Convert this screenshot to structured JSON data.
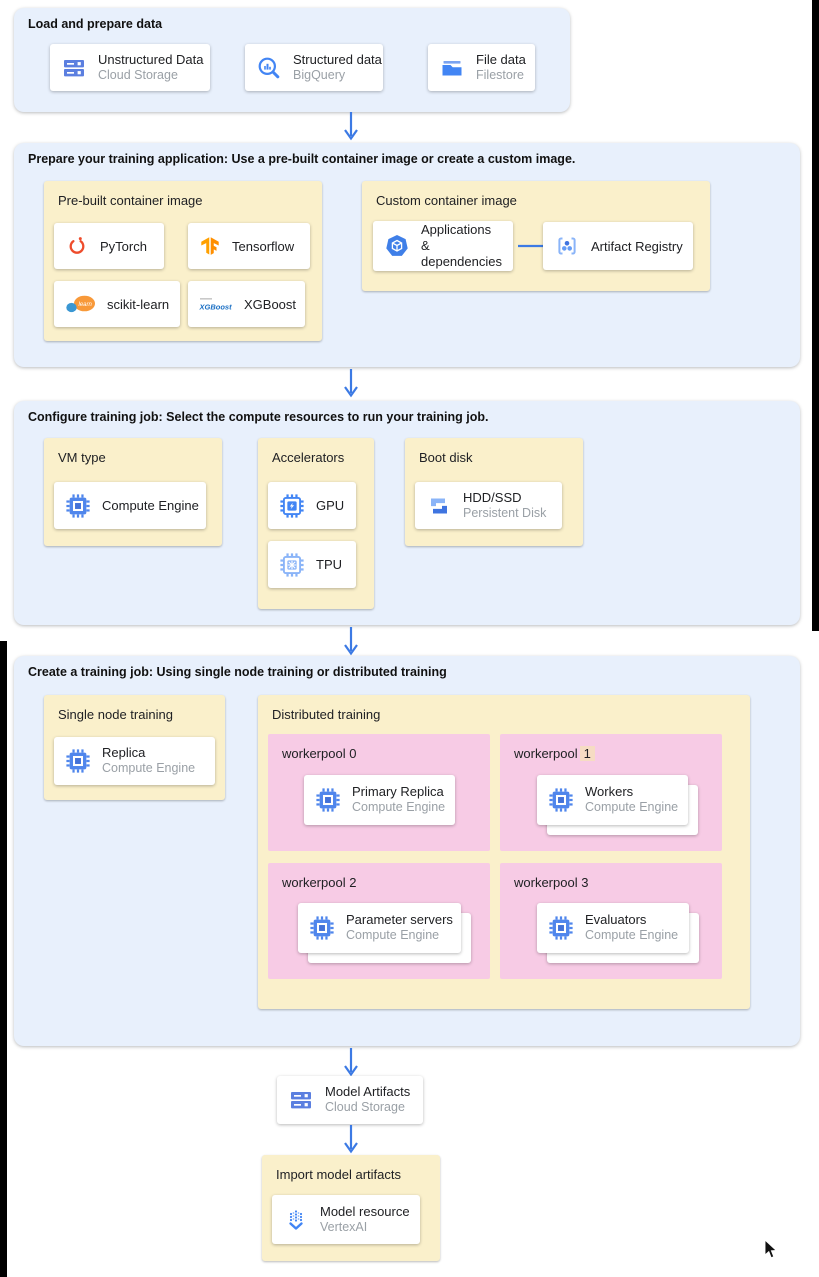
{
  "colors": {
    "section_bg": "#e8f0fc",
    "panel_yellow": "#faf0cb",
    "pool_pink": "#f7cbe5",
    "arrow_blue": "#3c7ae4",
    "icon_blue": "#4285f4",
    "icon_blue_light": "#8ab4f8",
    "subtitle_gray": "#9aa0a6",
    "number_highlight": "#f6dcc3",
    "pytorch_orange": "#ee4c2c",
    "tensorflow_orange": "#ff9800",
    "xgboost_blue": "#1a6fc4"
  },
  "load": {
    "title": "Load and prepare data",
    "cards": [
      {
        "icon": "cloud-storage-icon",
        "title": "Unstructured Data",
        "subtitle": "Cloud Storage"
      },
      {
        "icon": "bigquery-icon",
        "title": "Structured data",
        "subtitle": "BigQuery"
      },
      {
        "icon": "filestore-icon",
        "title": "File data",
        "subtitle": "Filestore"
      }
    ]
  },
  "prepare": {
    "title": "Prepare your training application: Use a pre-built container image or create a custom image.",
    "prebuilt": {
      "title": "Pre-built container image",
      "cards": [
        {
          "icon": "pytorch-icon",
          "label": "PyTorch"
        },
        {
          "icon": "tensorflow-icon",
          "label": "Tensorflow"
        },
        {
          "icon": "scikit-learn-icon",
          "label": "scikit-learn",
          "logo_text": "learn"
        },
        {
          "icon": "xgboost-icon",
          "label": "XGBoost",
          "logo_text": "XGBoost"
        }
      ]
    },
    "custom": {
      "title": "Custom container image",
      "source": {
        "icon": "applications-icon",
        "label": "Applications & dependencies"
      },
      "target": {
        "icon": "artifact-registry-icon",
        "label": "Artifact Registry"
      }
    }
  },
  "configure": {
    "title": "Configure training job: Select the compute resources to run your training job.",
    "vm_type": {
      "title": "VM type",
      "card": {
        "icon": "compute-engine-icon",
        "label": "Compute Engine"
      }
    },
    "accelerators": {
      "title": "Accelerators",
      "cards": [
        {
          "icon": "gpu-icon",
          "label": "GPU"
        },
        {
          "icon": "tpu-icon",
          "label": "TPU"
        }
      ]
    },
    "boot_disk": {
      "title": "Boot disk",
      "card": {
        "icon": "persistent-disk-icon",
        "title": "HDD/SSD",
        "subtitle": "Persistent Disk"
      }
    }
  },
  "create": {
    "title": "Create a training job: Using single node training or distributed training",
    "single_node": {
      "title": "Single node training",
      "card": {
        "icon": "compute-engine-icon",
        "title": "Replica",
        "subtitle": "Compute Engine"
      }
    },
    "distributed": {
      "title": "Distributed training",
      "workerpools": [
        {
          "label": "workerpool 0",
          "card": {
            "icon": "compute-engine-icon",
            "title": "Primary Replica",
            "subtitle": "Compute Engine"
          }
        },
        {
          "label": "workerpool",
          "number": "1",
          "card": {
            "icon": "compute-engine-icon",
            "title": "Workers",
            "subtitle": "Compute Engine"
          }
        },
        {
          "label": "workerpool 2",
          "card": {
            "icon": "compute-engine-icon",
            "title": "Parameter servers",
            "subtitle": "Compute Engine"
          }
        },
        {
          "label": "workerpool 3",
          "card": {
            "icon": "compute-engine-icon",
            "title": "Evaluators",
            "subtitle": "Compute Engine"
          }
        }
      ]
    }
  },
  "model_artifacts": {
    "icon": "cloud-storage-icon",
    "title": "Model Artifacts",
    "subtitle": "Cloud Storage"
  },
  "import_model": {
    "title": "Import model artifacts",
    "card": {
      "icon": "vertex-ai-icon",
      "title": "Model resource",
      "subtitle": "VertexAI"
    }
  }
}
